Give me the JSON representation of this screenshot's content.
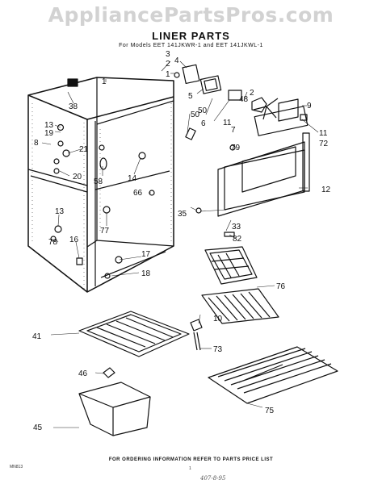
{
  "watermark": "AppliancePartsPros.com",
  "title": "LINER PARTS",
  "subtitle": "For Models EET 141JKWR-1 and EET 141JKWL-1",
  "footer": "FOR ORDERING INFORMATION REFER TO PARTS PRICE LIST",
  "code": "MN813",
  "page_number": "1",
  "signature": "407-8-95",
  "callouts": [
    "1",
    "2",
    "3",
    "4",
    "5",
    "6",
    "7",
    "8",
    "9",
    "10",
    "11",
    "12",
    "13",
    "13",
    "14",
    "16",
    "17",
    "18",
    "19",
    "20",
    "21",
    "33",
    "35",
    "38",
    "41",
    "45",
    "46",
    "48",
    "50",
    "58",
    "66",
    "72",
    "73",
    "75",
    "76",
    "77",
    "78",
    "79",
    "82"
  ]
}
